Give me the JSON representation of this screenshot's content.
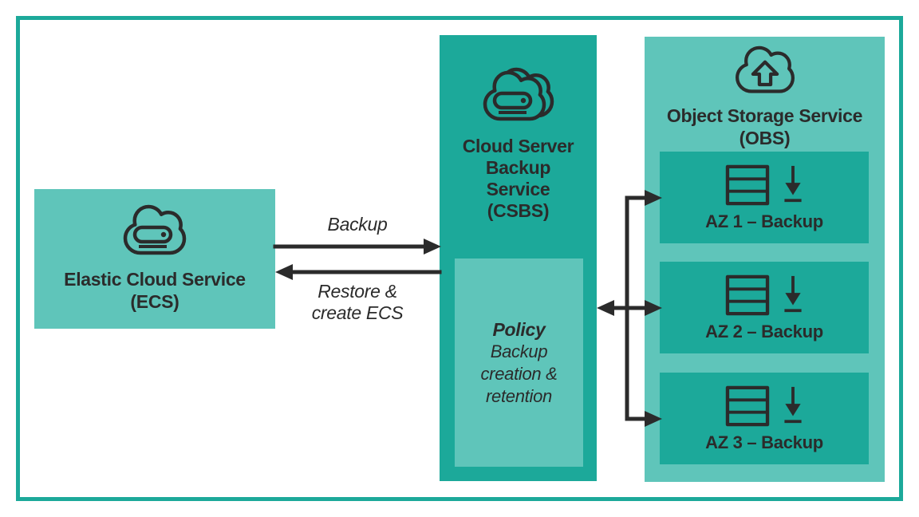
{
  "colors": {
    "teal": "#1CA99A",
    "teal-light": "#5FC5BA",
    "ink": "#2B2B2B",
    "bg": "#FFFFFF"
  },
  "nodes": {
    "ecs": {
      "icon": "cloud-server-icon",
      "title": "Elastic Cloud Service",
      "abbr": "(ECS)"
    },
    "csbs": {
      "icon": "cloud-backup-icon",
      "title_lines": [
        "Cloud Server",
        "Backup",
        "Service",
        "(CSBS)"
      ],
      "policy": {
        "title": "Policy",
        "description": "Backup creation & retention"
      }
    },
    "obs": {
      "icon": "cloud-upload-icon",
      "title": "Object Storage Service",
      "abbr": "(OBS)",
      "zones": [
        "AZ 1 – Backup",
        "AZ 2 – Backup",
        "AZ 3 – Backup"
      ]
    }
  },
  "edges": {
    "backup_label": "Backup",
    "restore_label": "Restore & create ECS"
  }
}
